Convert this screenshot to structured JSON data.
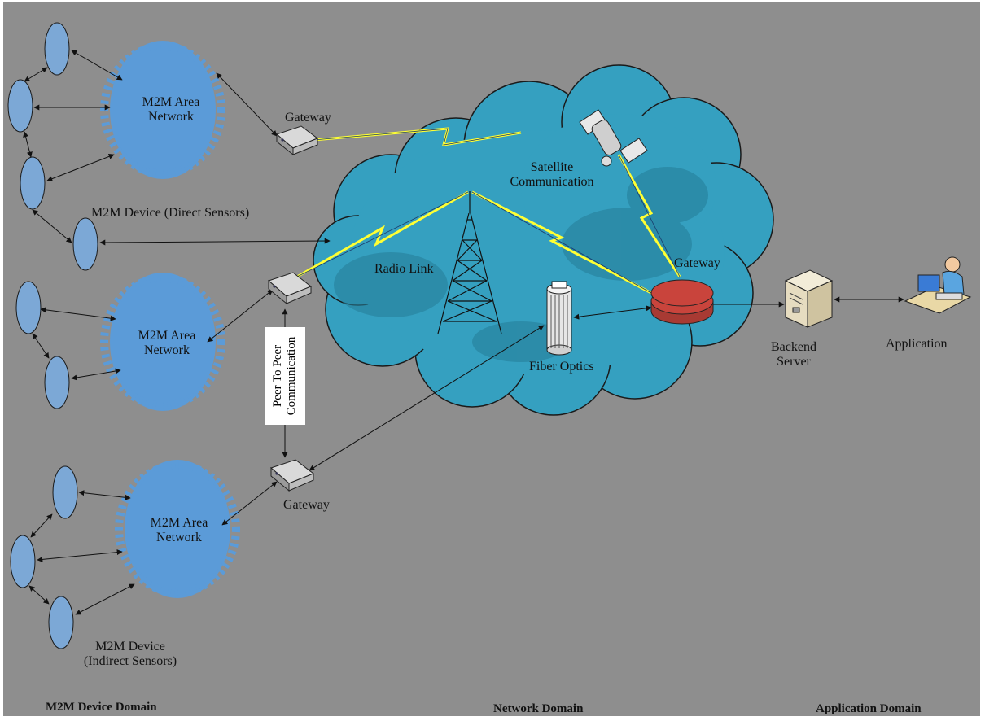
{
  "labels": {
    "gateway_top": "Gateway",
    "gateway_center": "Gateway",
    "gateway_bottom": "Gateway",
    "satellite": "Satellite\nCommunication",
    "radio_link": "Radio Link",
    "fiber_optics": "Fiber Optics",
    "backend_server": "Backend\nServer",
    "application": "Application",
    "direct_sensors": "M2M Device  (Direct Sensors)",
    "indirect_sensors": "M2M Device\n(Indirect Sensors)",
    "area_network_1": "M2M Area\nNetwork",
    "area_network_2": "M2M Area\nNetwork",
    "area_network_3": "M2M Area\nNetwork",
    "peer_to_peer": "Peer To Peer\nCommunication"
  },
  "domains": {
    "device": "M2M Device Domain",
    "network": "Network Domain",
    "application": "Application Domain"
  },
  "colors": {
    "background": "#8e8e8e",
    "area_network": "#5b9bd8",
    "device_node": "#7ca8d6",
    "network_cloud": "#2f93b0",
    "lightning": "#ffff33",
    "gateway_disk": "#c9443c"
  }
}
